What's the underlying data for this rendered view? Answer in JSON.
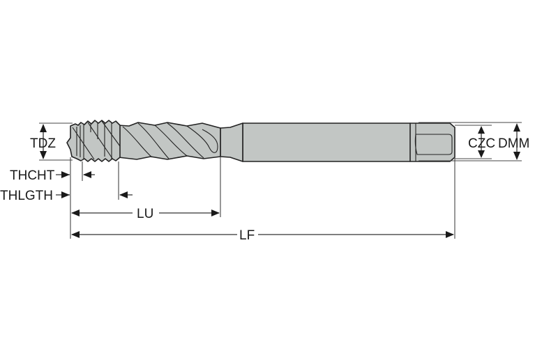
{
  "diagram": {
    "title": "Spiral flute tap dimension drawing",
    "colors": {
      "tool_body": "#c2c6c4",
      "outline": "#222222",
      "dimension_lines": "#333333",
      "background": "#ffffff"
    },
    "dimensions": {
      "tdz": {
        "label": "TDZ"
      },
      "thcht": {
        "label": "THCHT"
      },
      "thlgth": {
        "label": "THLGTH"
      },
      "lu": {
        "label": "LU"
      },
      "lf": {
        "label": "LF"
      },
      "czc": {
        "label": "CZC"
      },
      "dmm": {
        "label": "DMM"
      }
    },
    "parts": {
      "thread": "threaded-cutting-section",
      "flute": "spiral-flute-section",
      "neck": "neck-taper",
      "shank": "shank",
      "square": "square-drive-end"
    }
  }
}
